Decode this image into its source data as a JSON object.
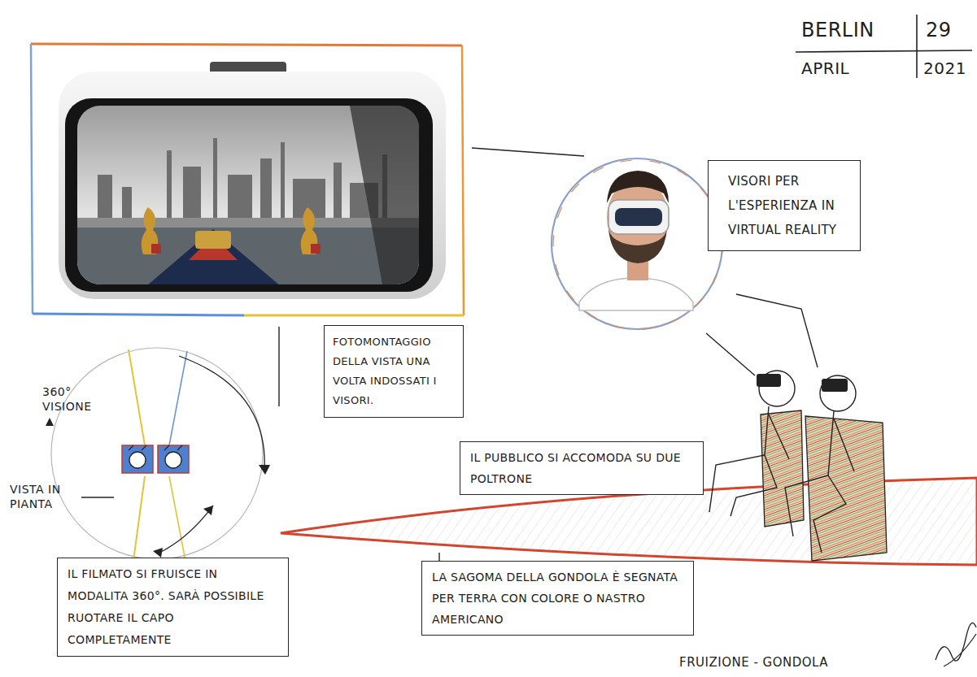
{
  "diagram": {
    "nodes": [
      {
        "text": [
          "VISORI PER L'ESPERIENZA IN VIRTUAL REALITY"
        ]
      },
      {
        "text": [
          "FOTOMONTAGGIO DELLA VISTA UNA VOLTA INDOSSATI I VISORI."
        ]
      },
      {
        "text": [
          "IL PUBBLICO SI ACCOMODA SU DUE POLTRONE"
        ]
      },
      {
        "text": [
          "IL FILMATO SI FRUISCE IN MODALITA 360°. SARÀ POSSIBILE RUOTARE IL CAPO COMPLETAMENTE"
        ]
      },
      {
        "text": [
          "LA SAGOMA DELLA GONDOLA È SEGNATA PER TERRA CON COLORE O NASTRO AMERICANO"
        ]
      }
    ],
    "labels": [
      "BERLIN",
      "29",
      "APRIL",
      "2021",
      "360° VISIONE",
      "VISTA IN PIANTA",
      "FRUIZIONE - GONDOLA"
    ]
  }
}
